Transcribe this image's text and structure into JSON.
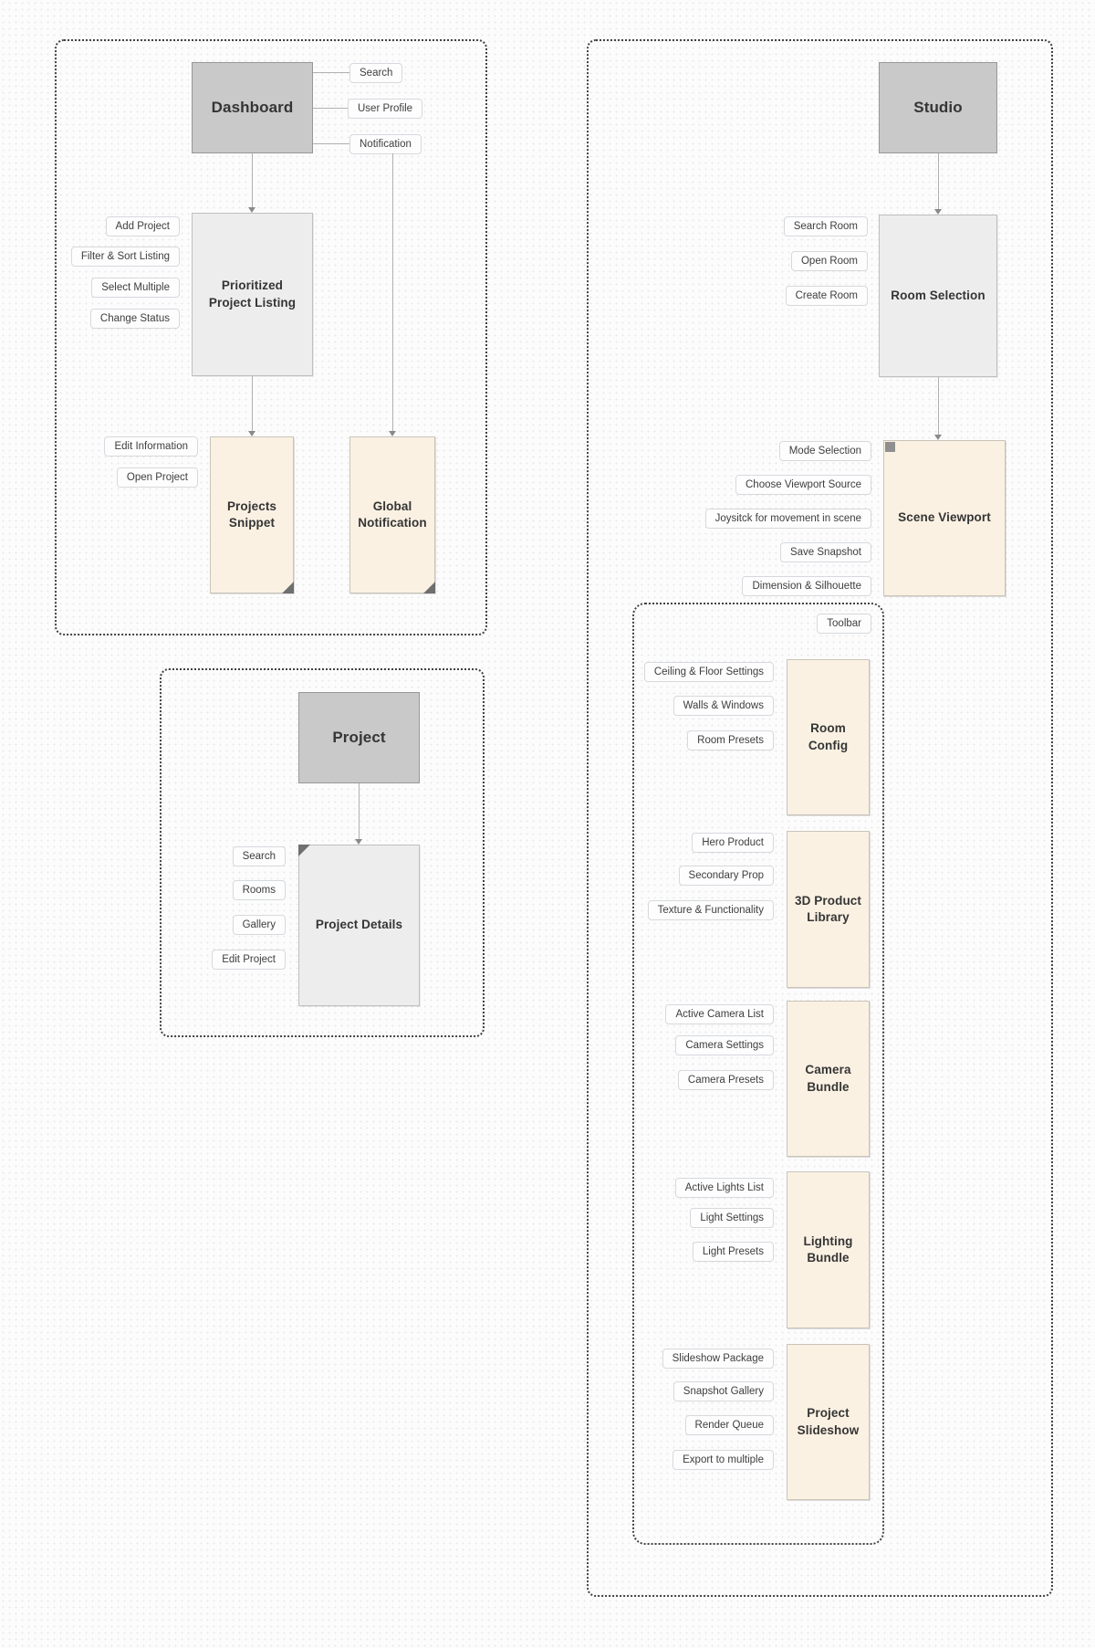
{
  "colors": {
    "node_primary": "#c9c9c9",
    "node_secondary": "#ededed",
    "node_accent": "#faf1e3"
  },
  "dashboard_flow": {
    "root": "Dashboard",
    "attached_labels": [
      "Search",
      "User Profile",
      "Notification"
    ],
    "listing": {
      "title": "Prioritized\nProject Listing",
      "labels": [
        "Add Project",
        "Filter & Sort Listing",
        "Select Multiple",
        "Change Status"
      ]
    },
    "snippet": {
      "title": "Projects\nSnippet",
      "labels": [
        "Edit Information",
        "Open Project"
      ]
    },
    "global_notification": {
      "title": "Global\nNotification"
    }
  },
  "project_flow": {
    "root": "Project",
    "details": {
      "title": "Project Details",
      "labels": [
        "Search",
        "Rooms",
        "Gallery",
        "Edit Project"
      ]
    }
  },
  "studio_flow": {
    "root": "Studio",
    "room_selection": {
      "title": "Room Selection",
      "labels": [
        "Search Room",
        "Open Room",
        "Create Room"
      ]
    },
    "scene_viewport": {
      "title": "Scene Viewport",
      "labels": [
        "Mode Selection",
        "Choose Viewport Source",
        "Joysitck for movement in scene",
        "Save Snapshot",
        "Dimension & Silhouette"
      ]
    },
    "toolbar": {
      "label": "Toolbar",
      "groups": [
        {
          "title": "Room\nConfig",
          "labels": [
            "Ceiling & Floor Settings",
            "Walls & Windows",
            "Room Presets"
          ]
        },
        {
          "title": "3D Product\nLibrary",
          "labels": [
            "Hero Product",
            "Secondary Prop",
            "Texture & Functionality"
          ]
        },
        {
          "title": "Camera\nBundle",
          "labels": [
            "Active Camera List",
            "Camera Settings",
            "Camera Presets"
          ]
        },
        {
          "title": "Lighting\nBundle",
          "labels": [
            "Active Lights List",
            "Light Settings",
            "Light Presets"
          ]
        },
        {
          "title": "Project\nSlideshow",
          "labels": [
            "Slideshow Package",
            "Snapshot Gallery",
            "Render Queue",
            "Export to multiple"
          ]
        }
      ]
    }
  }
}
